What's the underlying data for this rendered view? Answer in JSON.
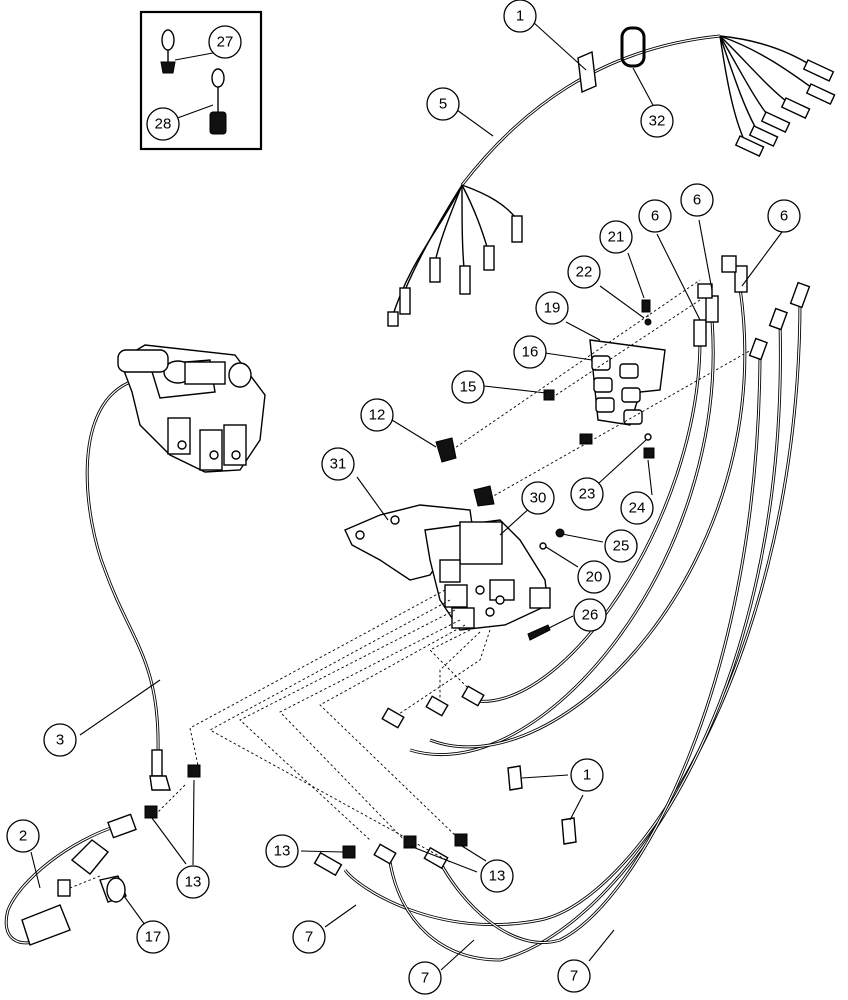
{
  "callouts": [
    {
      "id": "c27",
      "label": "27"
    },
    {
      "id": "c28",
      "label": "28"
    },
    {
      "id": "c1a",
      "label": "1"
    },
    {
      "id": "c32",
      "label": "32"
    },
    {
      "id": "c5",
      "label": "5"
    },
    {
      "id": "c6a",
      "label": "6"
    },
    {
      "id": "c6b",
      "label": "6"
    },
    {
      "id": "c6c",
      "label": "6"
    },
    {
      "id": "c21",
      "label": "21"
    },
    {
      "id": "c22",
      "label": "22"
    },
    {
      "id": "c19",
      "label": "19"
    },
    {
      "id": "c16",
      "label": "16"
    },
    {
      "id": "c15",
      "label": "15"
    },
    {
      "id": "c12",
      "label": "12"
    },
    {
      "id": "c31",
      "label": "31"
    },
    {
      "id": "c30",
      "label": "30"
    },
    {
      "id": "c23",
      "label": "23"
    },
    {
      "id": "c24",
      "label": "24"
    },
    {
      "id": "c25",
      "label": "25"
    },
    {
      "id": "c20",
      "label": "20"
    },
    {
      "id": "c26",
      "label": "26"
    },
    {
      "id": "c3",
      "label": "3"
    },
    {
      "id": "c1b",
      "label": "1"
    },
    {
      "id": "c2",
      "label": "2"
    },
    {
      "id": "c13a",
      "label": "13"
    },
    {
      "id": "c13b",
      "label": "13"
    },
    {
      "id": "c13c",
      "label": "13"
    },
    {
      "id": "c17",
      "label": "17"
    },
    {
      "id": "c7a",
      "label": "7"
    },
    {
      "id": "c7b",
      "label": "7"
    },
    {
      "id": "c7c",
      "label": "7"
    }
  ]
}
